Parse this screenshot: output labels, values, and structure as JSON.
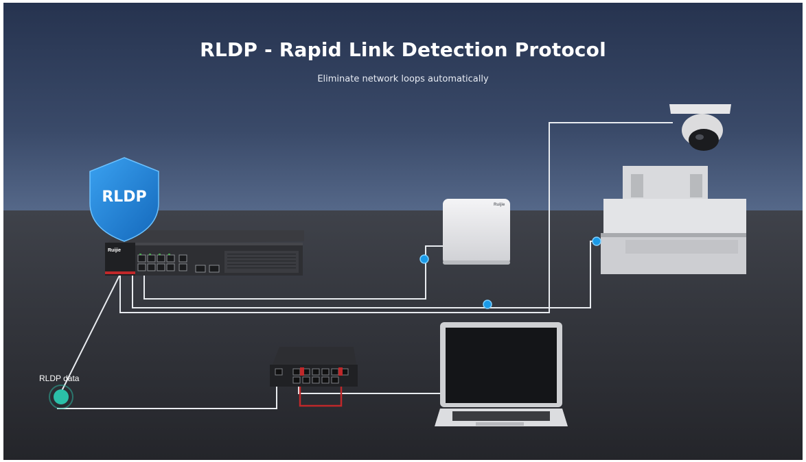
{
  "header": {
    "title": "RLDP - Rapid Link Detection Protocol",
    "subtitle": "Eliminate network loops automatically"
  },
  "shield": {
    "label": "RLDP"
  },
  "annotation": {
    "rldp_data": "RLDP data"
  },
  "brand": {
    "logo": "Ruijie"
  },
  "colors": {
    "shield_blue": "#1a7ed6",
    "link_marker_blue": "#1a9ae8",
    "rldp_marker_teal": "#2bbfa8",
    "loop_cable_red": "#c0282a"
  }
}
